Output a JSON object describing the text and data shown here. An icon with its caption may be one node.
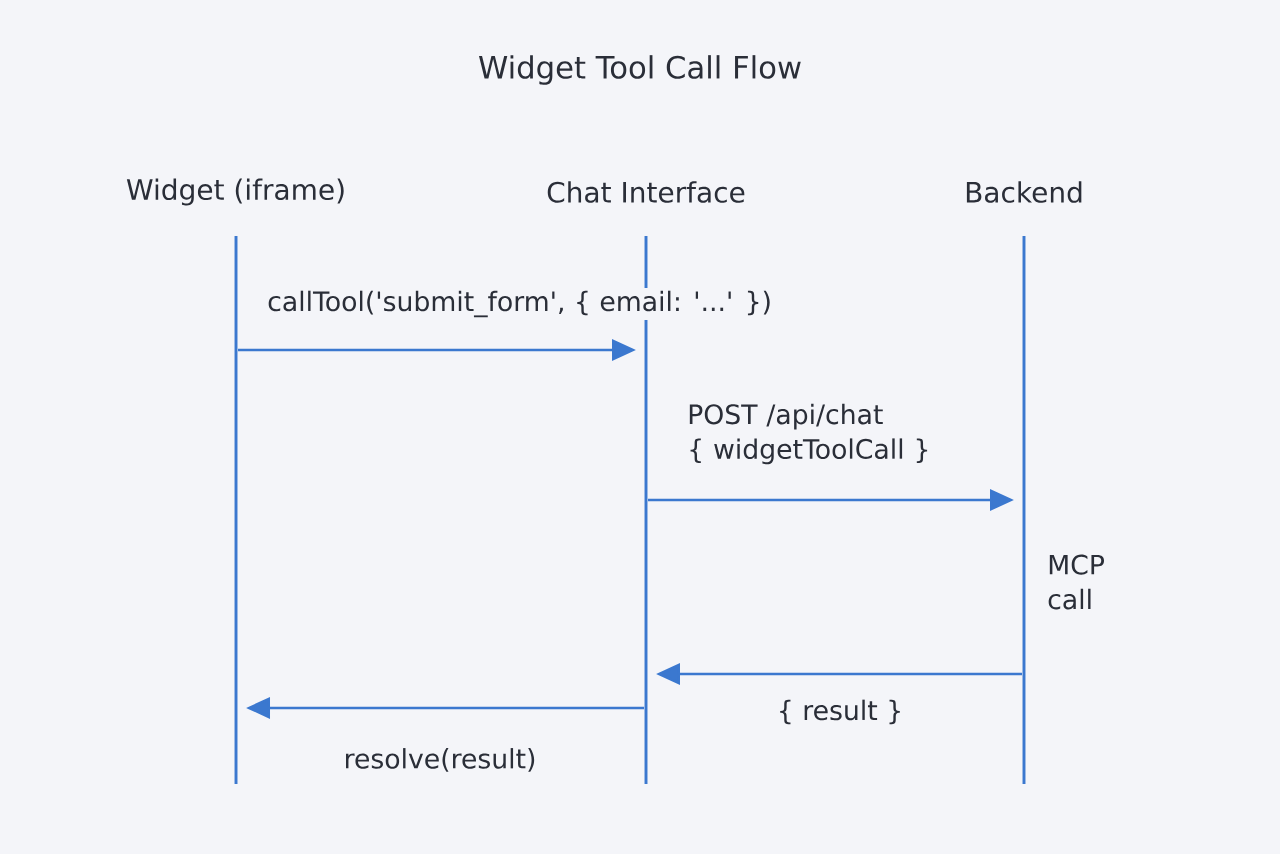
{
  "diagram": {
    "title": "Widget Tool Call Flow",
    "nodes": [
      {
        "text": [
          "Widget (iframe)"
        ]
      },
      {
        "text": [
          "Chat Interface"
        ]
      },
      {
        "text": [
          "Backend"
        ]
      }
    ],
    "edges": [
      {
        "from": 0,
        "to": 1,
        "arrow": "to",
        "label": "callTool('submit_form', { email: '...' })"
      },
      {
        "from": 1,
        "to": 2,
        "arrow": "to",
        "label": "POST /api/chat { widgetToolCall }"
      },
      {
        "from": 2,
        "to": 1,
        "arrow": "to",
        "label": "{ result }"
      },
      {
        "from": 1,
        "to": 0,
        "arrow": "to",
        "label": "resolve(result)"
      }
    ],
    "labels": [
      "MCP call"
    ]
  }
}
